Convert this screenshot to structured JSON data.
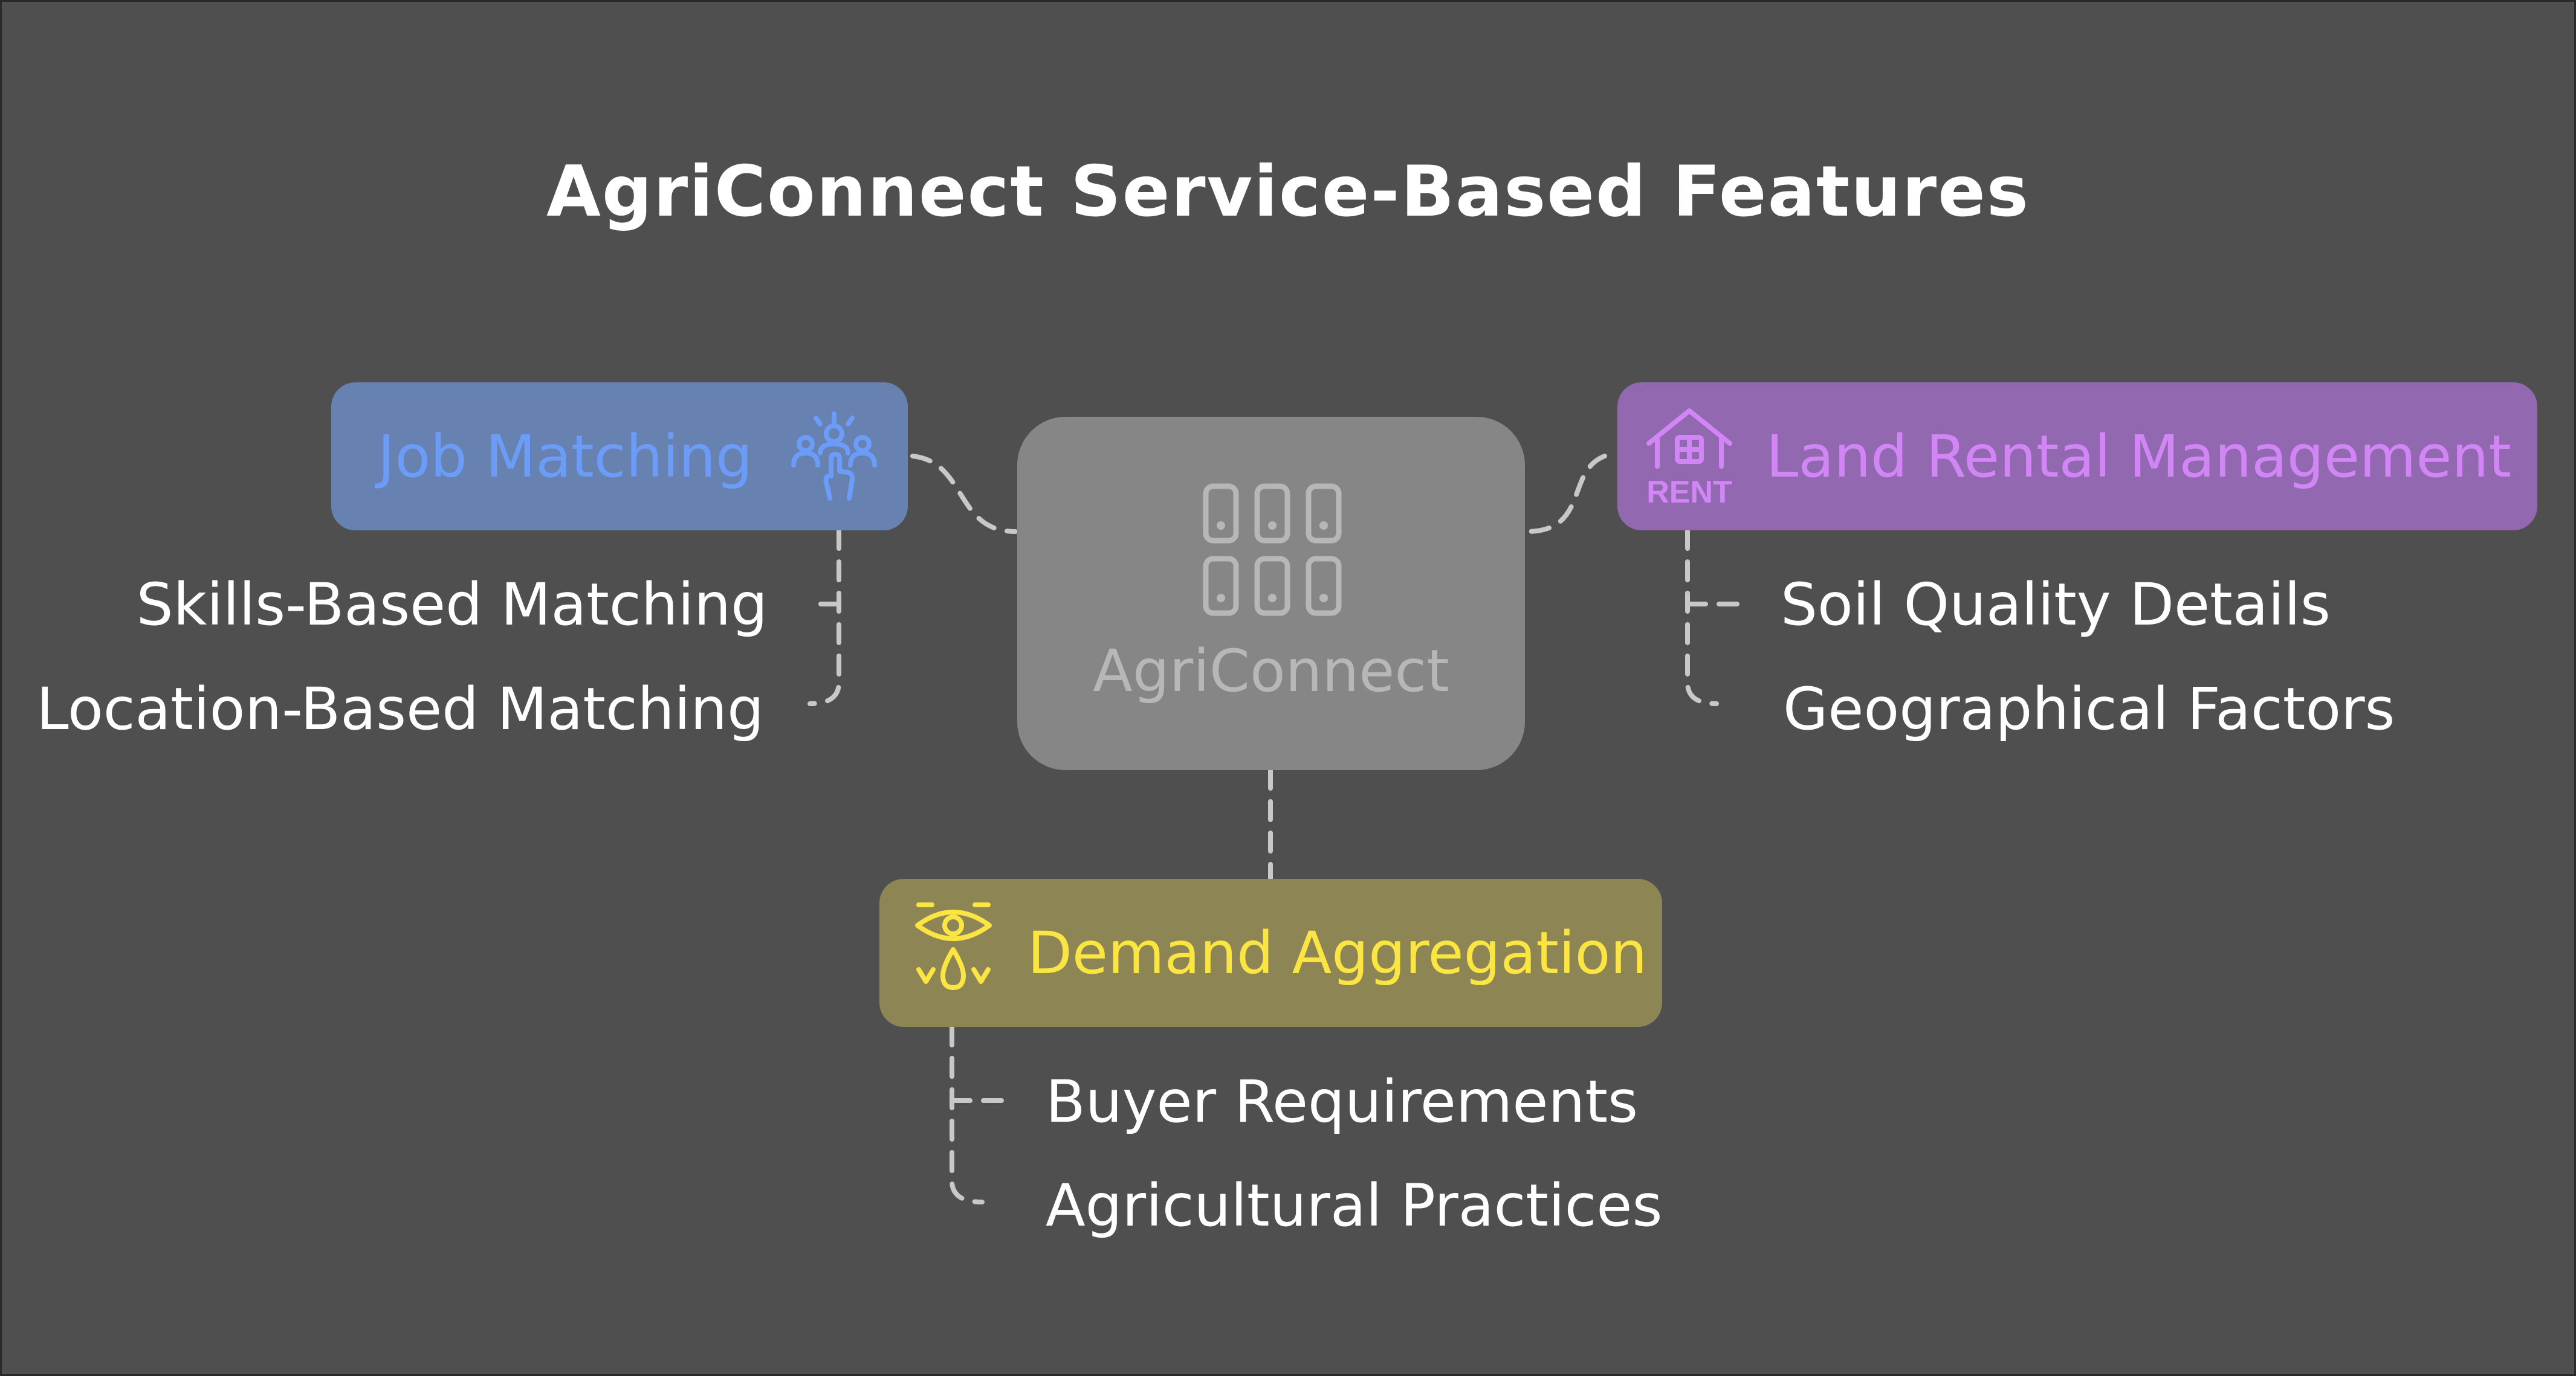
{
  "title": "AgriConnect Service-Based Features",
  "center": {
    "label": "AgriConnect",
    "icon": "grid-icon",
    "box_color": "#868686",
    "text_color": "#b7b7b7"
  },
  "job_matching": {
    "label": "Job Matching",
    "icon": "people-pointer-icon",
    "box_color": "#6782b0",
    "text_color": "#6b9cf7",
    "items": [
      "Skills-Based Matching",
      "Location-Based Matching"
    ]
  },
  "land_rental": {
    "label": "Land Rental Management",
    "icon": "rent-house-icon",
    "icon_text": "RENT",
    "box_color": "#9268b0",
    "text_color": "#d286f6",
    "items": [
      "Soil Quality Details",
      "Geographical Factors"
    ]
  },
  "demand_aggregation": {
    "label": "Demand Aggregation",
    "icon": "eye-drop-icon",
    "box_color": "#8d8554",
    "text_color": "#fae542",
    "items": [
      "Buyer Requirements",
      "Agricultural Practices"
    ]
  },
  "connector_color": "#c8c8c8"
}
